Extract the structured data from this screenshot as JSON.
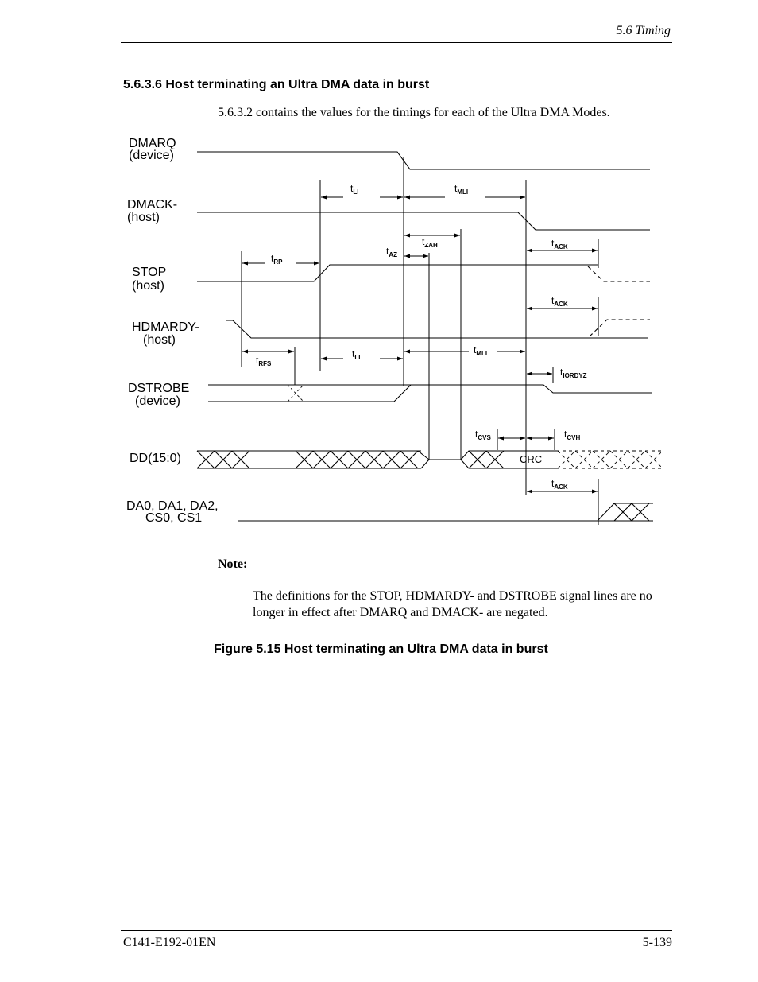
{
  "header": {
    "running_title": "5.6  Timing"
  },
  "section": {
    "heading": "5.6.3.6  Host terminating an Ultra DMA data in burst",
    "intro": "5.6.3.2 contains the values for the timings for each of the Ultra DMA Modes."
  },
  "diagram": {
    "signals": [
      {
        "name": "DMARQ",
        "source": "(device)"
      },
      {
        "name": "DMACK-",
        "source": "(host)"
      },
      {
        "name": "STOP",
        "source": "(host)"
      },
      {
        "name": "HDMARDY-",
        "source": "(host)"
      },
      {
        "name": "DSTROBE",
        "source": "(device)"
      },
      {
        "name": "DD(15:0)",
        "source": ""
      },
      {
        "name": "DA0, DA1, DA2,",
        "source": "CS0, CS1"
      }
    ],
    "timing_labels": {
      "tLI_1": {
        "t": "t",
        "sub": "LI"
      },
      "tMLI_1": {
        "t": "t",
        "sub": "MLI"
      },
      "tZAH": {
        "t": "t",
        "sub": "ZAH"
      },
      "tAZ": {
        "t": "t",
        "sub": "AZ"
      },
      "tACK_1": {
        "t": "t",
        "sub": "ACK"
      },
      "tRP": {
        "t": "t",
        "sub": "RP"
      },
      "tACK_2": {
        "t": "t",
        "sub": "ACK"
      },
      "tRFS": {
        "t": "t",
        "sub": "RFS"
      },
      "tLI_2": {
        "t": "t",
        "sub": "LI"
      },
      "tMLI_2": {
        "t": "t",
        "sub": "MLI"
      },
      "tIORDYZ": {
        "t": "t",
        "sub": "IORDYZ"
      },
      "tCVS": {
        "t": "t",
        "sub": "CVS"
      },
      "tCVH": {
        "t": "t",
        "sub": "CVH"
      },
      "tACK_3": {
        "t": "t",
        "sub": "ACK"
      }
    },
    "crc_label": "CRC"
  },
  "note": {
    "label": "Note:",
    "text": "The definitions for the STOP, HDMARDY- and DSTROBE signal lines are no longer in effect after DMARQ and DMACK- are negated."
  },
  "figure": {
    "caption": "Figure 5.15  Host terminating an Ultra DMA data in burst"
  },
  "footer": {
    "doc_id": "C141-E192-01EN",
    "page": "5-139"
  }
}
